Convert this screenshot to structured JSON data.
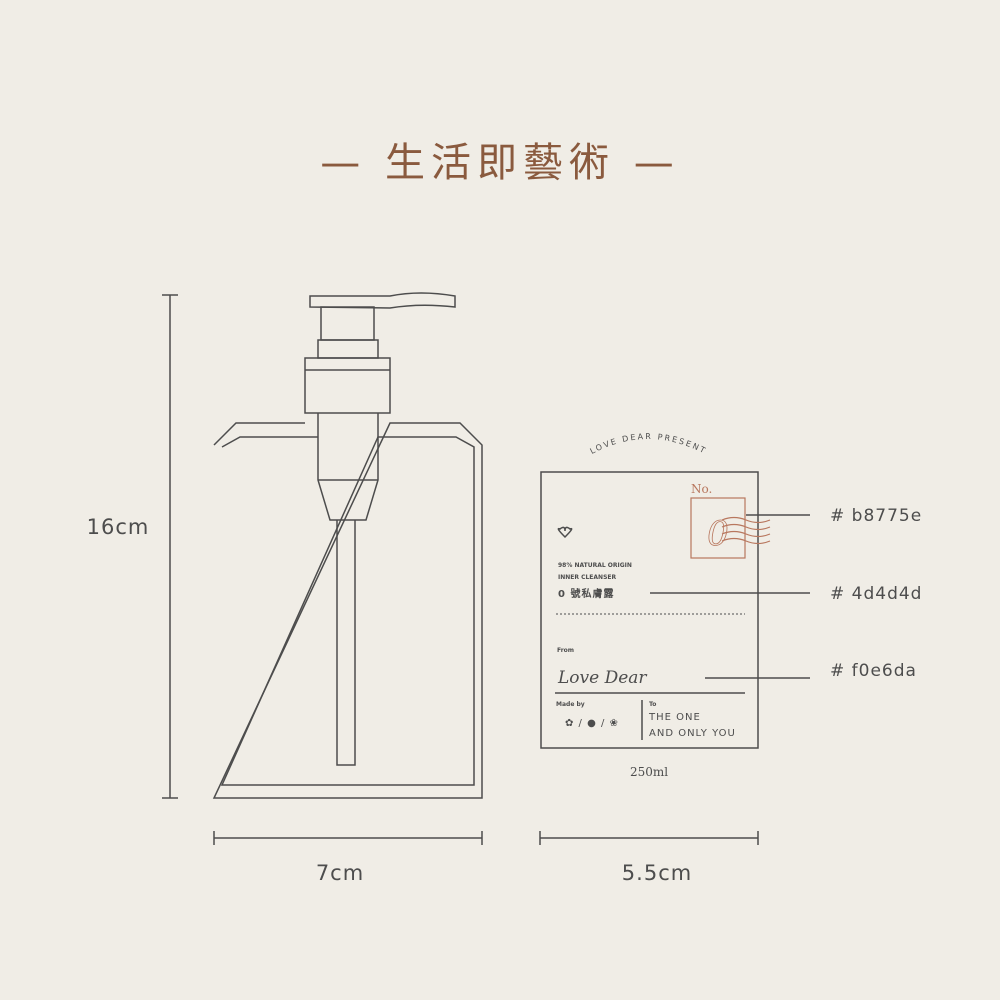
{
  "title": "— 生活即藝術 —",
  "dimensions": {
    "height": "16cm",
    "bottle_width": "7cm",
    "label_width": "5.5cm"
  },
  "label": {
    "arc_text": "LOVE DEAR PRESENT",
    "stamp_no": "No.",
    "stamp_number": "0",
    "origin": "98% NATURAL ORIGIN",
    "product_type": "INNER CLEANSER",
    "product_name": "0 號私膚露",
    "from_label": "From",
    "signature": "Love Dear",
    "made_by_label": "Made by",
    "to_label": "To",
    "to_line1": "THE ONE",
    "to_line2": "AND ONLY YOU",
    "volume": "250ml"
  },
  "swatches": [
    {
      "label": "# b8775e",
      "color": "#b8775e"
    },
    {
      "label": "# 4d4d4d",
      "color": "#4d4d4d"
    },
    {
      "label": "# f0e6da",
      "color": "#f0e6da"
    }
  ]
}
